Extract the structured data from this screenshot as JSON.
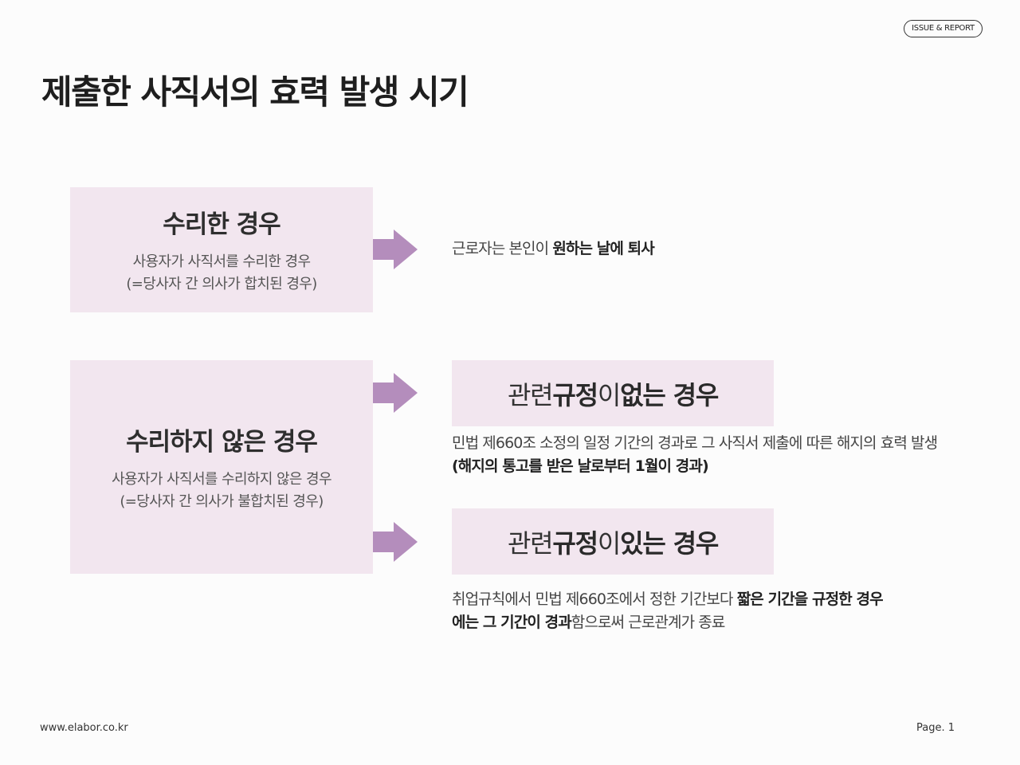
{
  "header": {
    "badge": "ISSUE & REPORT",
    "title": "제출한 사직서의 효력 발생 시기"
  },
  "accepted": {
    "heading": "수리한 경우",
    "desc_line1": "사용자가 사직서를 수리한 경우",
    "desc_line2": "(=당사자 간 의사가 합치된 경우)",
    "result_plain": "근로자는 본인이 ",
    "result_bold": "원하는 날에 퇴사"
  },
  "not_accepted": {
    "heading": "수리하지 않은 경우",
    "desc_line1": "사용자가 사직서를 수리하지 않은 경우",
    "desc_line2": "(=당사자 간 의사가 불합치된 경우)"
  },
  "no_rule": {
    "h_plain1": "관련 ",
    "h_bold1": "규정",
    "h_plain2": "이 ",
    "h_bold2": "없는 경우",
    "line1": "민법 제660조 소정의 일정 기간의 경과로 그 사직서 제출에 따른 해지의 효력 발생",
    "line2": "(해지의 통고를 받은 날로부터 1월이 경과)"
  },
  "has_rule": {
    "h_plain1": "관련 ",
    "h_bold1": "규정",
    "h_plain2": "이 ",
    "h_bold2": "있는 경우",
    "line1_plain": "취업규칙에서 민법 제660조에서 정한 기간보다 ",
    "line1_bold": "짧은 기간을 규정한 경우",
    "line2_bold": "에는 그 기간이 경과",
    "line2_plain": "함으로써 근로관계가 종료"
  },
  "footer": {
    "website": "www.elabor.co.kr",
    "page": "Page. 1"
  },
  "colors": {
    "box_bg": "#f2e6ef",
    "arrow": "#b48dbc"
  },
  "icons": {
    "arrow": "arrow-right-icon"
  }
}
